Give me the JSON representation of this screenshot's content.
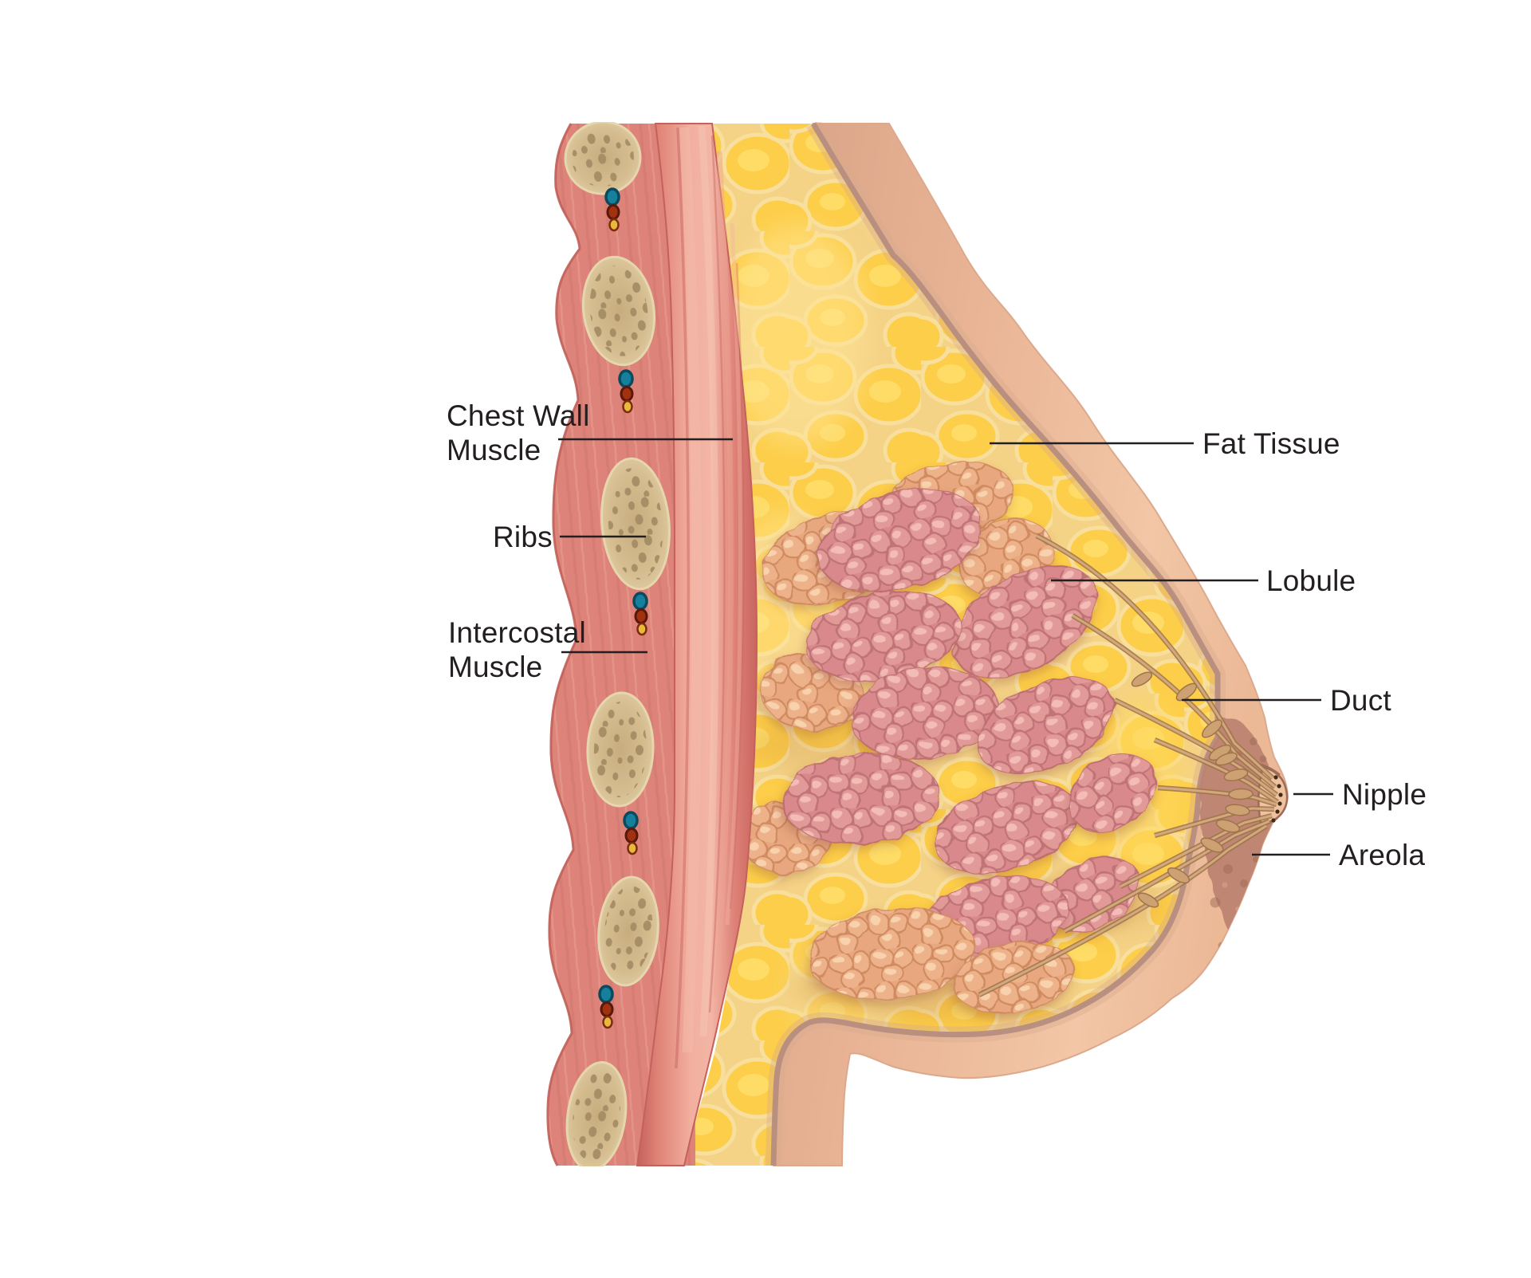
{
  "figure": {
    "type": "anatomical-diagram",
    "subject": "Breast cross-section anatomy (side view)",
    "background": "#ffffff"
  },
  "labels": {
    "chest_wall_muscle": {
      "lines": [
        "Chest Wall",
        "Muscle"
      ]
    },
    "ribs": {
      "text": "Ribs"
    },
    "intercostal_muscle": {
      "lines": [
        "Intercostal",
        "Muscle"
      ]
    },
    "fat_tissue": {
      "text": "Fat Tissue"
    },
    "lobule": {
      "text": "Lobule"
    },
    "duct": {
      "text": "Duct"
    },
    "nipple": {
      "text": "Nipple"
    },
    "areola": {
      "text": "Areola"
    }
  },
  "parts": [
    "Chest Wall Muscle",
    "Ribs",
    "Intercostal Muscle",
    "Fat Tissue",
    "Lobule",
    "Duct",
    "Nipple",
    "Areola"
  ],
  "palette": {
    "label_text": "#231f20",
    "label_line": "#231f20",
    "skin_light": "#f2c6a6",
    "skin_mid": "#e9b394",
    "skin_inner_line": "#b68d7f",
    "areola": "#bd8371",
    "areola_spot": "#9e6a58",
    "fat_bg": "#f4d286",
    "fat_blob": "#fdce49",
    "lobule_pink": "#d9898b",
    "lobule_orange": "#e8a77e",
    "duct_fill": "#cda172",
    "duct_line": "#9f744b",
    "muscle_mid": "#df8279",
    "muscle_dark": "#c4615c",
    "rib_fill": "#d8c194",
    "rib_speckle": "#a28b62",
    "vein": "#15809b",
    "artery": "#a23110",
    "nerve": "#e9b93c"
  }
}
